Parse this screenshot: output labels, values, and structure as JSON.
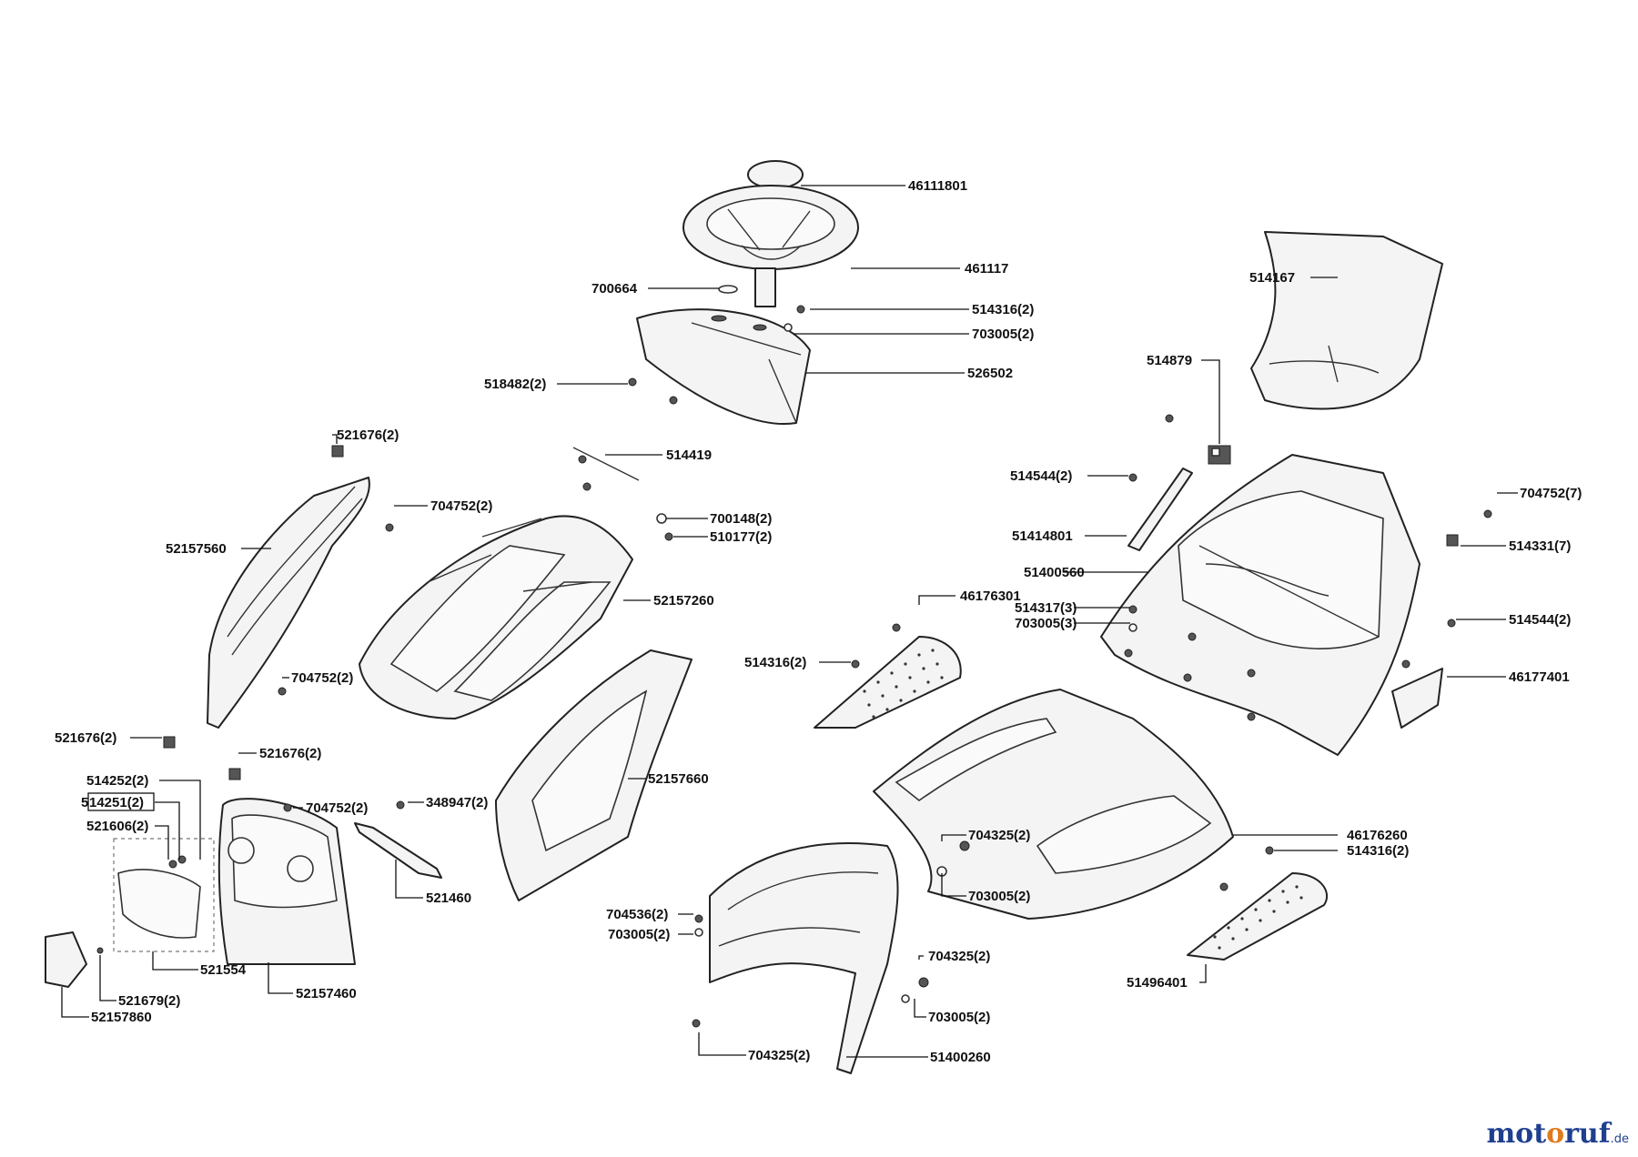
{
  "labels": {
    "p46111801": "46111801",
    "p461117": "461117",
    "p700664": "700664",
    "p514316_a": "514316(2)",
    "p703005_a": "703005(2)",
    "p526502": "526502",
    "p518482": "518482(2)",
    "p514167": "514167",
    "p514879": "514879",
    "p521676_a": "521676(2)",
    "p514419": "514419",
    "p704752_a": "704752(2)",
    "p700148": "700148(2)",
    "p510177": "510177(2)",
    "p52157560": "52157560",
    "p52157260": "52157260",
    "p514544_a": "514544(2)",
    "p51414801": "51414801",
    "p704752_7": "704752(7)",
    "p514331": "514331(7)",
    "p51400560": "51400560",
    "p46176301": "46176301",
    "p514317": "514317(3)",
    "p703005_3": "703005(3)",
    "p514544_b": "514544(2)",
    "p514316_b": "514316(2)",
    "p46177401": "46177401",
    "p704752_b": "704752(2)",
    "p521676_b": "521676(2)",
    "p521676_c": "521676(2)",
    "p514252": "514252(2)",
    "p514251_pre": "5",
    "p514251_box": "14251(2)",
    "p704752_c": "704752(2)",
    "p348947": "348947(2)",
    "p521606": "521606(2)",
    "p52157660": "52157660",
    "p521460": "521460",
    "p46176260": "46176260",
    "p704325_a": "704325(2)",
    "p514316_c": "514316(2)",
    "p703005_b": "703005(2)",
    "p704536": "704536(2)",
    "p703005_c": "703005(2)",
    "p521554": "521554",
    "p52157460": "52157460",
    "p521679": "521679(2)",
    "p52157860": "52157860",
    "p704325_b": "704325(2)",
    "p703005_d": "703005(2)",
    "p51496401": "51496401",
    "p704325_c": "704325(2)",
    "p51400260": "51400260"
  },
  "logo": {
    "part1": "mot",
    "part2": "o",
    "part3": "ruf",
    "tld": ".de"
  }
}
